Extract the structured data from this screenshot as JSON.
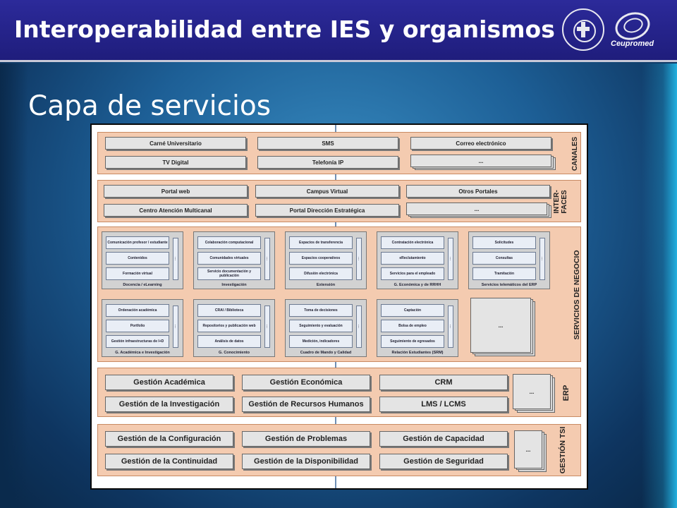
{
  "slide": {
    "title": "Interoperabilidad entre IES y organismos",
    "subtitle": "Capa de servicios",
    "logo_right_text": "Ceupromed"
  },
  "colors": {
    "title_bar": "#24228a",
    "layer_fill": "#f4cbb0",
    "box_fill": "#e4e4e4"
  },
  "layers": {
    "canales": {
      "label": "CANALES",
      "boxes": [
        "Carné Universitario",
        "SMS",
        "Correo electrónico",
        "TV Digital",
        "Telefonía IP"
      ],
      "more": "..."
    },
    "interfaces": {
      "label_line1": "INTER-",
      "label_line2": "FACES",
      "boxes": [
        "Portal web",
        "Campus Virtual",
        "Otros Portales",
        "Centro Atención Multicanal",
        "Portal Dirección Estratégica"
      ],
      "more": "..."
    },
    "negocio": {
      "label": "SERVICIOS DE NEGOCIO",
      "groups": [
        {
          "items": [
            "Comunicación profesor / estudiante",
            "Contenidos",
            "Formación virtual"
          ],
          "footer": "Docencia / eLearning"
        },
        {
          "items": [
            "Colaboración computacional",
            "Comunidades virtuales",
            "Servicio documentación y publicación"
          ],
          "footer": "Investigación"
        },
        {
          "items": [
            "Espacios de transferencia",
            "Espacios cooperativos",
            "Difusión electrónica"
          ],
          "footer": "Extensión"
        },
        {
          "items": [
            "Contratación electrónica",
            "eReclutamiento",
            "Servicios para el empleado"
          ],
          "footer": "G. Económica y de RRHH"
        },
        {
          "items": [
            "Solicitudes",
            "Consultas",
            "Tramitación"
          ],
          "footer": "Servicios telemáticos del ERP"
        },
        {
          "items": [
            "Ordenación académica",
            "Portfolio",
            "Gestión infraestructuras de I+D"
          ],
          "footer": "G. Académica e Investigación"
        },
        {
          "items": [
            "CRAI / Biblioteca",
            "Repositorios y publicación web",
            "Análisis de datos"
          ],
          "footer": "G. Conocimiento"
        },
        {
          "items": [
            "Toma de decisiones",
            "Seguimiento y evaluación",
            "Medición, indicadores"
          ],
          "footer": "Cuadro de Mando y Calidad"
        },
        {
          "items": [
            "Captación",
            "Bolsa de empleo",
            "Seguimiento de egresados"
          ],
          "footer": "Relación Estudiantes (SRM)"
        }
      ],
      "more": "..."
    },
    "erp": {
      "label": "ERP",
      "boxes": [
        "Gestión Académica",
        "Gestión Económica",
        "CRM",
        "Gestión de la Investigación",
        "Gestión de Recursos Humanos",
        "LMS / LCMS"
      ],
      "more": "..."
    },
    "tsi": {
      "label": "GESTIÓN TSI",
      "boxes": [
        "Gestión de la Configuración",
        "Gestión de Problemas",
        "Gestión de Capacidad",
        "Gestión de la Continuidad",
        "Gestión de la Disponibilidad",
        "Gestión de Seguridad"
      ],
      "more": "..."
    }
  }
}
